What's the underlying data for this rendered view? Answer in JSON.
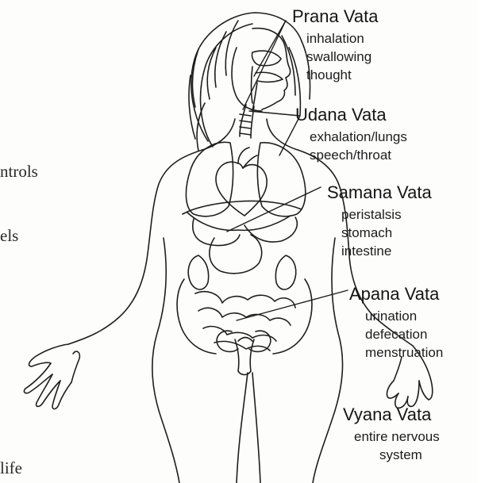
{
  "margin_text": [
    "ntrols",
    "els",
    "life"
  ],
  "labels": {
    "prana": {
      "title": "Prana Vata",
      "lines": [
        "inhalation",
        "swallowing",
        "thought"
      ]
    },
    "udana": {
      "title": "Udana Vata",
      "lines": [
        "exhalation/lungs",
        "speech/throat"
      ]
    },
    "samana": {
      "title": "Samana Vata",
      "lines": [
        "peristalsis",
        "stomach",
        "intestine"
      ]
    },
    "apana": {
      "title": "Apana Vata",
      "lines": [
        "urination",
        "defecation",
        "menstruation"
      ]
    },
    "vyana": {
      "title": "Vyana Vata",
      "lines": [
        "entire nervous",
        "system"
      ]
    }
  }
}
